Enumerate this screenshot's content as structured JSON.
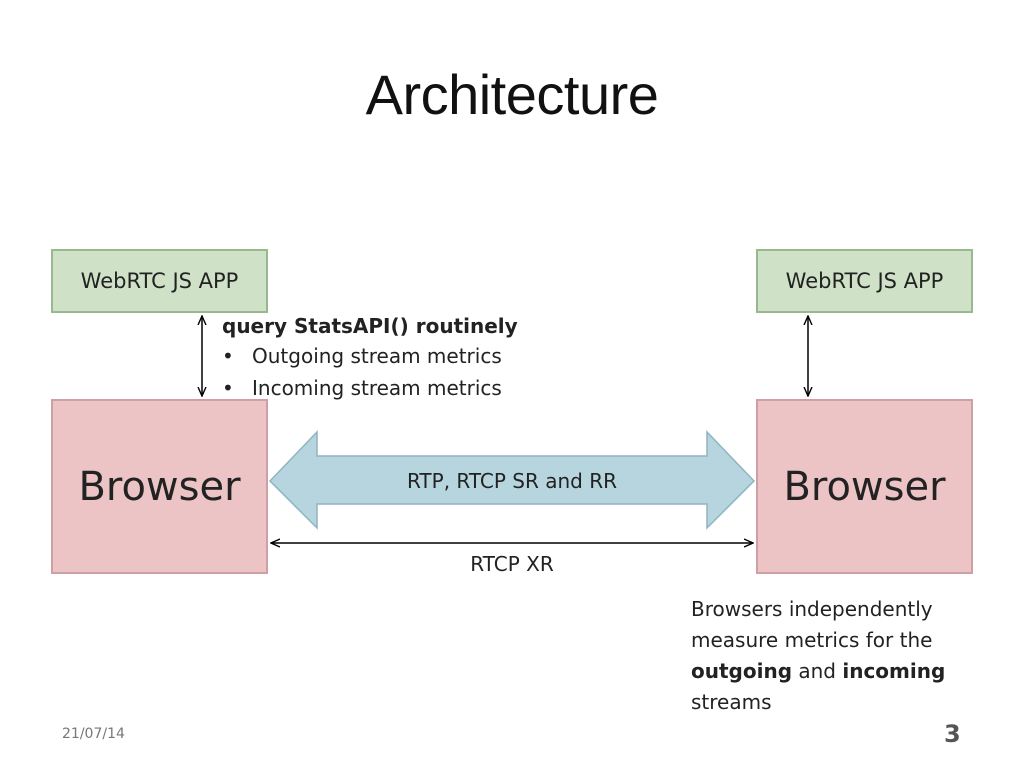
{
  "slide": {
    "title": "Architecture",
    "date": "21/07/14",
    "page_number": "3"
  },
  "diagram": {
    "app_left_label": "WebRTC JS APP",
    "app_right_label": "WebRTC JS APP",
    "browser_left_label": "Browser",
    "browser_right_label": "Browser",
    "query": {
      "title": "query StatsAPI() routinely",
      "bullets": [
        "Outgoing stream metrics",
        "Incoming stream metrics"
      ]
    },
    "rtp_label": "RTP, RTCP SR and RR",
    "xr_label": "RTCP XR",
    "note": {
      "line1": "Browsers independently",
      "line2": "measure metrics for the",
      "line3_bold1": "outgoing",
      "line3_mid": " and ",
      "line3_bold2": "incoming",
      "line4": "streams"
    }
  },
  "colors": {
    "app_fill": "#cfe2c8",
    "browser_fill": "#ecc4c6",
    "arrow_fill": "#b7d5de"
  }
}
